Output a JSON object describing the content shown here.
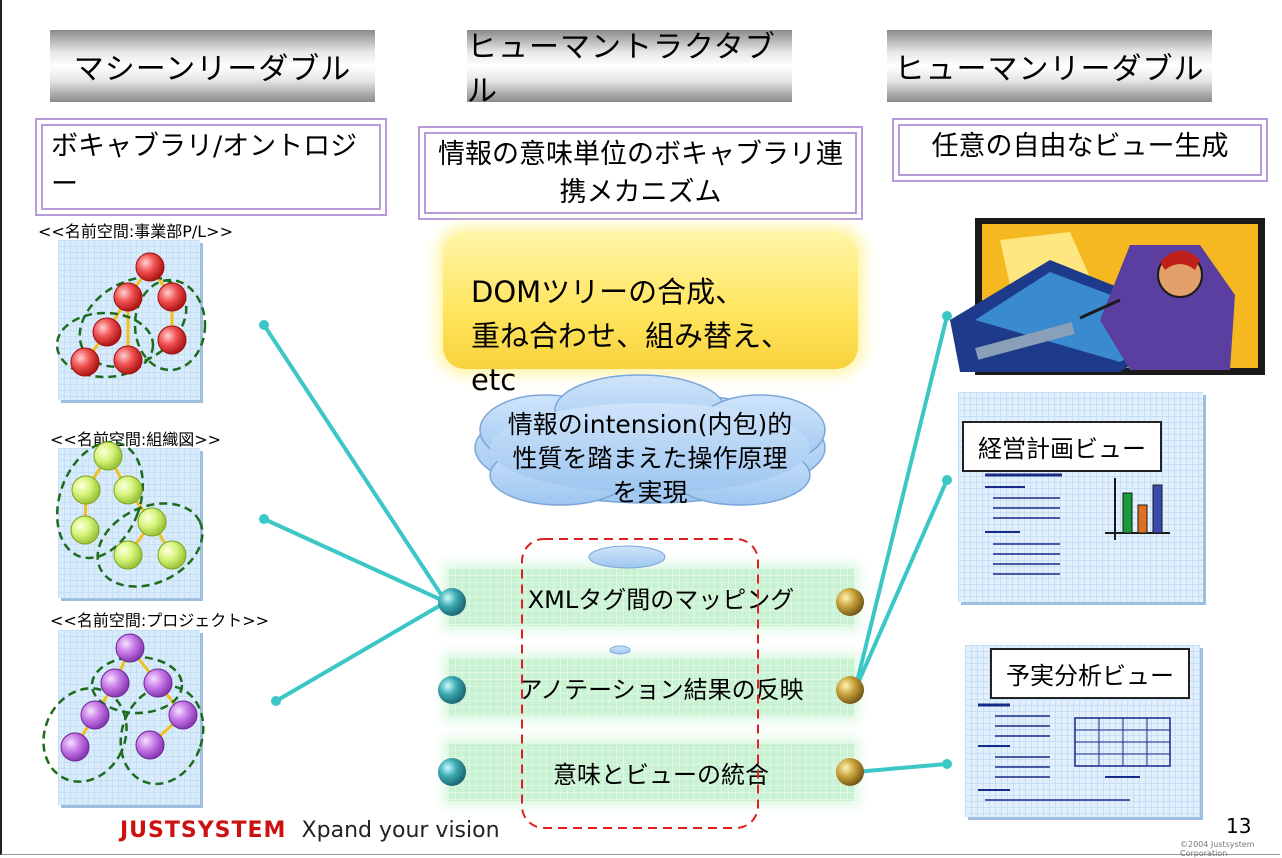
{
  "headers": [
    "マシーンリーダブル",
    "ヒューマントラクタブル",
    "ヒューマンリーダブル"
  ],
  "subheads": {
    "left": "ボキャブラリ/オントロジー",
    "middle": "情報の意味単位のボキャブラリ連携メカニズム",
    "right": "任意の自由なビュー生成"
  },
  "namespaces": [
    "<<名前空間:事業部P/L>>",
    "<<名前空間:組織図>>",
    "<<名前空間:プロジェクト>>"
  ],
  "yellow_box": {
    "line1": "DOMツリーの合成、",
    "line2": "重ね合わせ、組み替え、etc"
  },
  "cloud": {
    "line1": "情報のintension(内包)的",
    "line2": "性質を踏まえた操作原理",
    "line3": "を実現"
  },
  "mechanisms": [
    "XMLタグ間のマッピング",
    "アノテーション結果の反映",
    "意味とビューの統合"
  ],
  "views": [
    "経営計画ビュー",
    "予実分析ビュー"
  ],
  "footer": {
    "brand": "JUSTSYSTEM",
    "tagline": "Xpand your vision",
    "page": "13",
    "copyright": "©2004 Justsystem Corporation"
  },
  "colors": {
    "red": "#e83b3b",
    "green": "#c9f07a",
    "purple": "#c37ae6",
    "connector": "#3cc7c7"
  }
}
